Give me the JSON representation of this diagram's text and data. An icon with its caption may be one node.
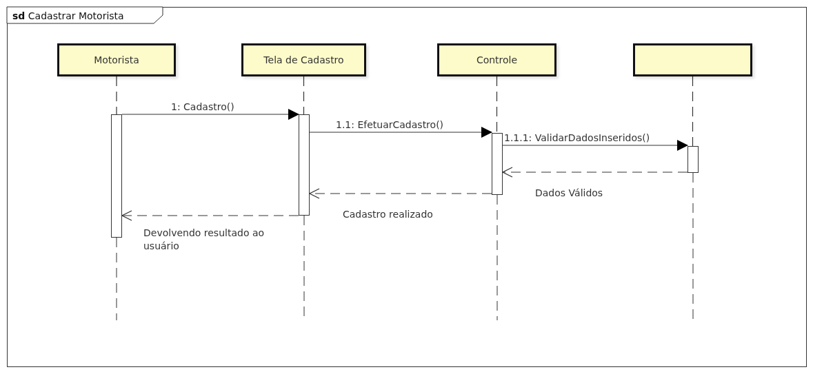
{
  "diagram": {
    "nodes": [
      {
        "text": [
          "**sd** Cadastrar Motorista"
        ]
      },
      {
        "text": [
          "Motorista"
        ],
        "in": 0
      },
      {
        "text": [
          "Tela de Cadastro"
        ],
        "in": 0
      },
      {
        "text": [
          "Controle"
        ],
        "in": 0
      },
      {
        "text": [],
        "shape": "box",
        "in": 0
      },
      {
        "text": [],
        "shape": "bar",
        "in": 0
      },
      {
        "text": [],
        "shape": "bar",
        "in": 0
      },
      {
        "text": [],
        "shape": "bar",
        "in": 0
      },
      {
        "text": [],
        "shape": "bar",
        "in": 0
      }
    ],
    "edges": [
      {
        "from": 5,
        "to": 6,
        "arrow": "to",
        "label": "1: Cadastro()"
      },
      {
        "from": 6,
        "to": 7,
        "arrow": "to",
        "label": "1.1: EfetuarCadastro()"
      },
      {
        "from": 7,
        "to": 8,
        "arrow": "to",
        "label": "1.1.1: ValidarDadosInseridos()"
      },
      {
        "from": 8,
        "to": 7,
        "arrow": "to",
        "style": "dashed",
        "label": "Dados Válidos"
      },
      {
        "from": 7,
        "to": 6,
        "arrow": "to",
        "style": "dashed",
        "label": "Cadastro realizado"
      },
      {
        "from": 6,
        "to": 5,
        "arrow": "to",
        "style": "dashed",
        "label": "Devolvendo resultado ao usuário"
      },
      {
        "from": 1,
        "to": 5,
        "arrow": "none",
        "style": "dashed"
      },
      {
        "from": 2,
        "to": 6,
        "arrow": "none",
        "style": "dashed"
      },
      {
        "from": 3,
        "to": 7,
        "arrow": "none",
        "style": "dashed"
      },
      {
        "from": 4,
        "to": 8,
        "arrow": "none",
        "style": "dashed"
      }
    ]
  }
}
